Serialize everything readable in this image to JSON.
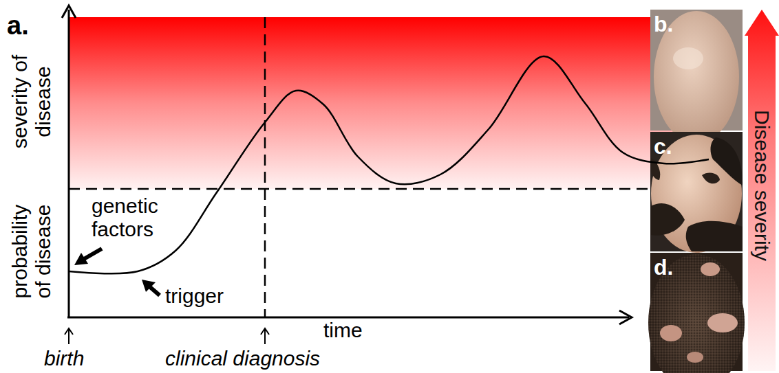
{
  "diagram": {
    "nodes": [
      {
        "text": [
          "Disease severity"
        ]
      }
    ],
    "labels": [
      "a.",
      "severity of disease",
      "probability of disease",
      "genetic factors",
      "trigger",
      "time",
      "birth",
      "clinical diagnosis",
      "b.",
      "c.",
      "d."
    ]
  }
}
